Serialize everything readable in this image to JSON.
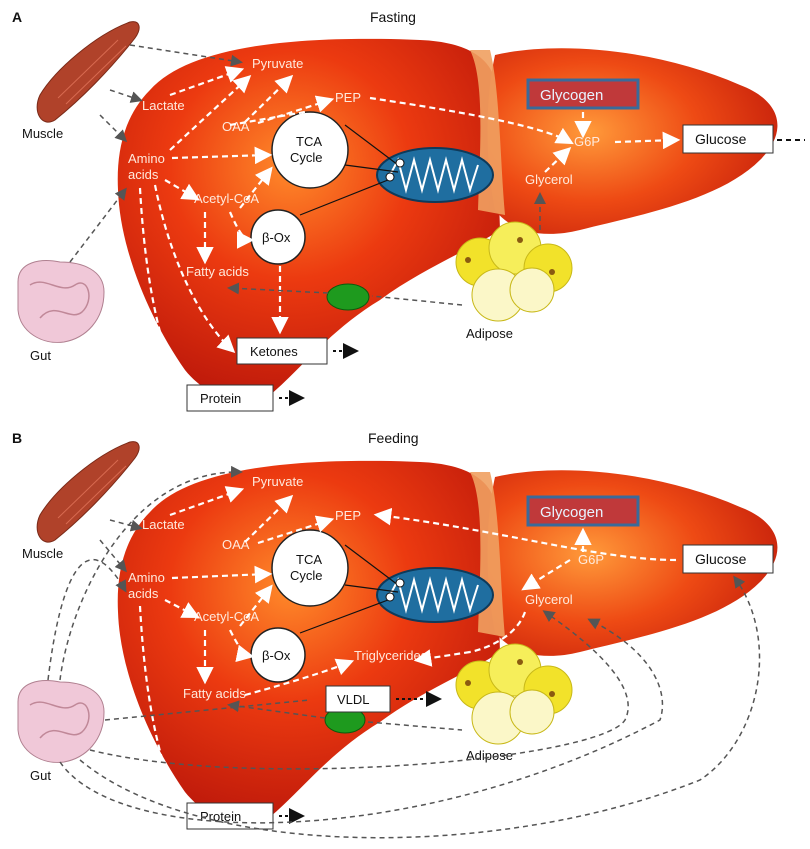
{
  "panels": [
    {
      "letter": "A",
      "title": "Fasting",
      "organs": {
        "muscle": "Muscle",
        "gut": "Gut",
        "adipose": "Adipose"
      },
      "metabolites": {
        "pyruvate": "Pyruvate",
        "lactate": "Lactate",
        "pep": "PEP",
        "oaa": "OAA",
        "amino_acids_1": "Amino",
        "amino_acids_2": "acids",
        "acetyl_coa": "Acetyl-CoA",
        "fatty_acids": "Fatty acids",
        "g6p": "G6P",
        "glycerol": "Glycerol"
      },
      "tca_1": "TCA",
      "tca_2": "Cycle",
      "beta_ox": "β-Ox",
      "glycogen": "Glycogen",
      "boxes": {
        "glucose": "Glucose",
        "ketones": "Ketones",
        "protein": "Protein"
      }
    },
    {
      "letter": "B",
      "title": "Feeding",
      "organs": {
        "muscle": "Muscle",
        "gut": "Gut",
        "adipose": "Adipose"
      },
      "metabolites": {
        "pyruvate": "Pyruvate",
        "lactate": "Lactate",
        "pep": "PEP",
        "oaa": "OAA",
        "amino_acids_1": "Amino",
        "amino_acids_2": "acids",
        "acetyl_coa": "Acetyl-CoA",
        "fatty_acids": "Fatty acids",
        "g6p": "G6P",
        "glycerol": "Glycerol",
        "triglycerides": "Triglycerides"
      },
      "tca_1": "TCA",
      "tca_2": "Cycle",
      "beta_ox": "β-Ox",
      "glycogen": "Glycogen",
      "boxes": {
        "glucose": "Glucose",
        "vldl": "VLDL",
        "protein": "Protein"
      }
    }
  ],
  "colors": {
    "liver": "#d8200a",
    "liver_light": "#ff7a2a",
    "gallbladder": "#1e9a1e",
    "mitochondrion": "#1f6ea0",
    "adipocyte": "#f2e22a",
    "glycogen_box": "#3a6a9a",
    "muscle": "#b0422a",
    "gut": "#f0c8d8"
  }
}
